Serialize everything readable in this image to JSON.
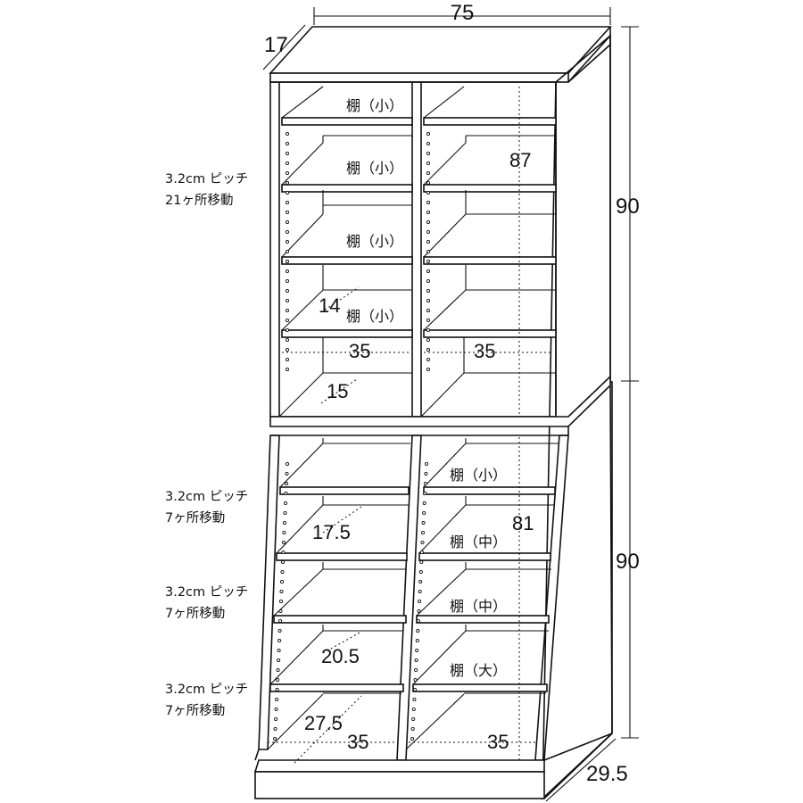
{
  "dimensions": {
    "overall_width": "75",
    "top_depth": "17",
    "upper_height": "90",
    "lower_height": "90",
    "bottom_depth": "29.5",
    "upper_inner_height": "87",
    "lower_inner_height": "81",
    "upper_left_inner_width": "35",
    "upper_right_inner_width": "35",
    "lower_left_inner_width": "35",
    "lower_right_inner_width": "35",
    "upper_shelf_depth": "14",
    "upper_bottom_depth": "15",
    "lower_shelf_depth_1": "17.5",
    "lower_shelf_depth_2": "20.5",
    "lower_shelf_depth_3": "27.5"
  },
  "shelf_labels": {
    "small": "棚（小）",
    "medium": "棚（中）",
    "large": "棚（大）"
  },
  "adjust_notes": {
    "upper_line1": "3.2cm ピッチ",
    "upper_line2": "21ヶ所移動",
    "lower1_line1": "3.2cm ピッチ",
    "lower1_line2": "7ヶ所移動",
    "lower2_line1": "3.2cm ピッチ",
    "lower2_line2": "7ヶ所移動",
    "lower3_line1": "3.2cm ピッチ",
    "lower3_line2": "7ヶ所移動"
  }
}
